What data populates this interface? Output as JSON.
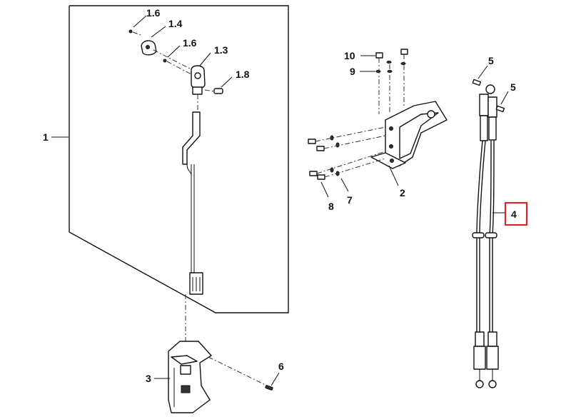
{
  "callouts": {
    "c1": "1",
    "c1_6a": "1.6",
    "c1_4": "1.4",
    "c1_6b": "1.6",
    "c1_3": "1.3",
    "c1_8": "1.8",
    "c2": "2",
    "c3": "3",
    "c4": "4",
    "c5a": "5",
    "c5b": "5",
    "c6": "6",
    "c7": "7",
    "c8": "8",
    "c9": "9",
    "c10": "10"
  },
  "highlighted_callout": "4",
  "colors": {
    "highlight": "#d9252b",
    "line": "#111111",
    "background": "#ffffff"
  }
}
